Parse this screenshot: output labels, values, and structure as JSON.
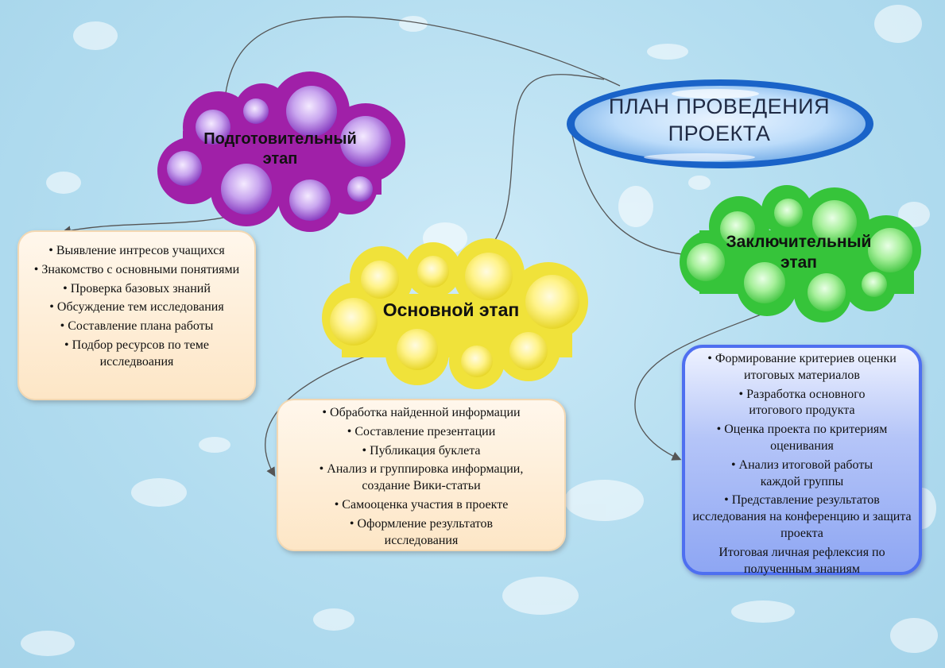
{
  "title": {
    "line1": "ПЛАН ПРОВЕДЕНИЯ",
    "line2": "ПРОЕКТА"
  },
  "stages": {
    "preparatory": {
      "line1": "Подготовительный",
      "line2": "этап",
      "color": "#a020a8"
    },
    "main": {
      "label": "Основной этап",
      "color": "#f2e43a"
    },
    "final": {
      "line1": "Заключительный",
      "line2": "этап",
      "color": "#36c43a"
    }
  },
  "boxes": {
    "preparatory": [
      "Выявление интресов учащихся",
      "Знакомство с основными понятиями",
      "Проверка базовых знаний",
      "Обсуждение тем исследования",
      "Составление плана работы",
      "Подбор ресурсов по теме исследвоания"
    ],
    "main": [
      "Обработка найденной информации",
      "Составление презентации",
      "Публикация буклета",
      "Анализ и группировка информации, создание Вики-статьи",
      "Самооценка участия в проекте",
      "Оформление результатов исследования"
    ],
    "final": [
      "Формирование критериев оценки итоговых материалов",
      "Разработка основного итогового продукта",
      "Оценка проекта по критериям оценивания",
      "Анализ итоговой работы каждой группы",
      "Представление результатов исследования на конференцию и защита проекта",
      "Итоговая личная рефлексия по полученным знаниям"
    ]
  },
  "colors": {
    "oval": "#1a63c8",
    "box_orange": "#fde6c6",
    "box_blue": "#4e6ff0"
  }
}
